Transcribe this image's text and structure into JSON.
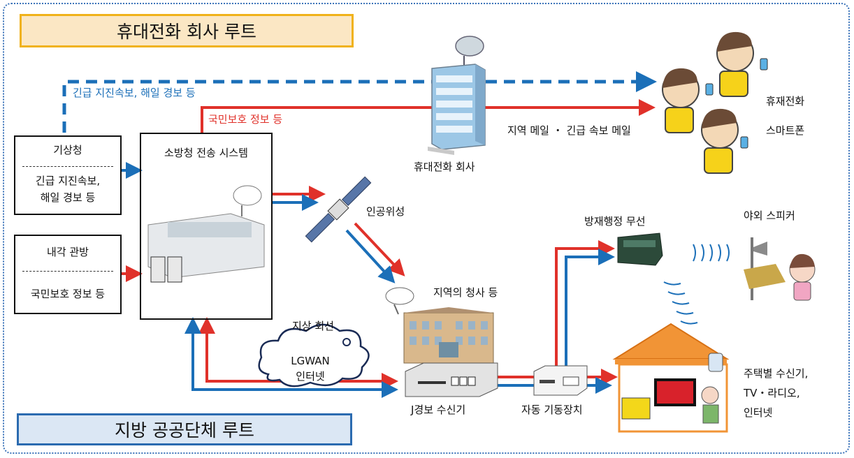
{
  "routes": {
    "carrier": "휴대전화 회사 루트",
    "local": "지방 공공단체 루트"
  },
  "labels": {
    "dashed_blue": "긴급 지진속보, 해일 경보 등",
    "red_line": "국민보호 정보 등",
    "area_mail": "지역 메일 ・ 긴급 속보 메일",
    "phone_line1": "휴재전화",
    "phone_line2": "스마트폰",
    "carrier_company": "휴대전화 회사",
    "satellite": "인공위성",
    "bosai_radio": "방재행정 무선",
    "outdoor_speaker": "야외 스피커",
    "city_hall": "지역의 청사 등",
    "ground_line": "지상 회선",
    "lgwan_1": "LGWAN",
    "lgwan_2": "인터넷",
    "jalert_receiver": "J경보 수신기",
    "auto_start": "자동 기동장치",
    "home_1": "주택별 수신기,",
    "home_2": "TV・라디오,",
    "home_3": "인터넷"
  },
  "boxes": {
    "jma_title": "기상청",
    "jma_body_1": "긴급 지진속보,",
    "jma_body_2": "해일 경보 등",
    "cabinet_title": "내각 관방",
    "cabinet_body": "국민보호 정보 등",
    "fdma_title": "소방청 전송 시스템"
  },
  "colors": {
    "red": "#e0312a",
    "blue": "#1b6fb8",
    "carrier_box_fill": "#fbe7c4",
    "carrier_box_border": "#f0b21a",
    "local_box_fill": "#dbe7f4",
    "local_box_border": "#2b6bb0"
  },
  "icons": [
    "satellite-dish-icon",
    "office-building-icon",
    "person-phone-icon",
    "satellite-icon",
    "radio-console-icon",
    "speaker-pole-icon",
    "city-hall-icon",
    "cloud-icon",
    "receiver-device-icon",
    "auto-start-device-icon",
    "house-icon",
    "server-icon"
  ]
}
